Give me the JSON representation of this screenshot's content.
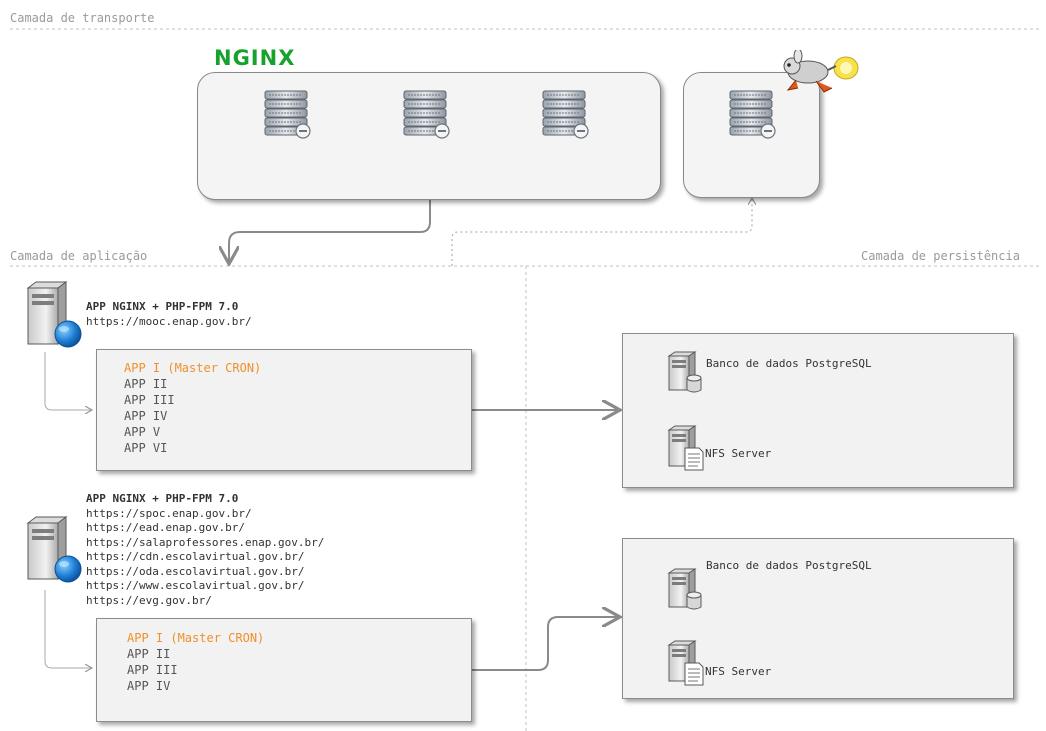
{
  "sections": {
    "transport": "Camada de transporte",
    "application": "Camada de aplicação",
    "persistence": "Camada de persistência"
  },
  "nginx_logo": "NGINX",
  "group1": {
    "header": "APP NGINX + PHP-FPM 7.0",
    "urls": [
      "https://mooc.enap.gov.br/"
    ],
    "apps": [
      "APP I (Master CRON)",
      "APP II",
      "APP III",
      "APP IV",
      "APP V",
      "APP VI"
    ]
  },
  "group2": {
    "header": "APP NGINX + PHP-FPM 7.0",
    "urls": [
      "https://spoc.enap.gov.br/",
      "https://ead.enap.gov.br/",
      "https://salaprofessores.enap.gov.br/",
      "https://cdn.escolavirtual.gov.br/",
      "https://oda.escolavirtual.gov.br/",
      "https://www.escolavirtual.gov.br/",
      "https://evg.gov.br/"
    ],
    "apps": [
      "APP I (Master CRON)",
      "APP II",
      "APP III",
      "APP IV"
    ]
  },
  "persistence1": {
    "db": "Banco de dados PostgreSQL",
    "nfs": "NFS Server"
  },
  "persistence2": {
    "db": "Banco de dados PostgreSQL",
    "nfs": "NFS Server"
  },
  "colors": {
    "master_app": "#f0902a",
    "nginx_green": "#16a22c",
    "section_label": "#9a9a9a"
  }
}
